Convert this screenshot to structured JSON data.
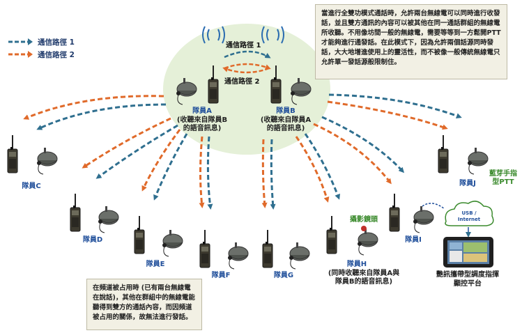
{
  "legend": {
    "path1_label": "通信路徑 1",
    "path2_label": "通信路徑 2"
  },
  "center": {
    "path1_label": "通信路徑 1",
    "path2_label": "通信路徑 2"
  },
  "top_note": "當進行全雙功模式通話時，允許兩台無線電可以同時進行收發話，並且雙方通訊的內容可以被其他在同一通話群組的無線電所收聽。不用像坊間一般的無線電，需要等等到一方鬆開PTT才能夠進行通發話。在此模式下，因為允許兩個話源同時發話，大大地增進使用上的靈活性，而不被像一般傳統無線電只允許單一發話源般限制住。",
  "bottom_note": "在頻道被占用時 (已有兩台無線電在說話)，其他在群組中的無線電能聽得到雙方的通話內容，而因頻道被占用的關係，故無法進行發話。",
  "members": {
    "A": {
      "name": "隊員A",
      "sub": "(收聽來自隊員B的語音訊息)"
    },
    "B": {
      "name": "隊員B",
      "sub": "(收聽來自隊員A的語音訊息)"
    },
    "C": {
      "name": "隊員C"
    },
    "D": {
      "name": "隊員D"
    },
    "E": {
      "name": "隊員E"
    },
    "F": {
      "name": "隊員F"
    },
    "G": {
      "name": "隊員G"
    },
    "H": {
      "name": "隊員H",
      "sub": "(同時收聽來自隊員A與隊員B的語音訊息)"
    },
    "I": {
      "name": "隊員I"
    },
    "J": {
      "name": "隊員J"
    }
  },
  "camera_label": "攝影鏡頭",
  "bluetooth_label": "藍芽手指型PTT",
  "cloud_label": "USB / Internet",
  "tablet_label": "艷訊攜帶型調度指揮顯控平台",
  "colors": {
    "path1": "#2f6f8f",
    "path2": "#e06a2a",
    "ellipse": "#e5f0d8",
    "label_blue": "#1f4e9a"
  }
}
